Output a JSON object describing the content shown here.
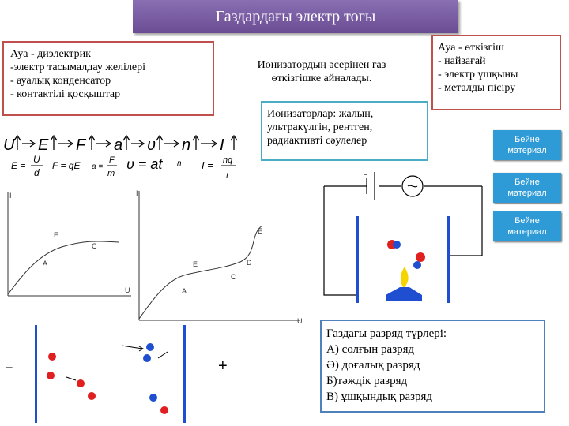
{
  "title": "Газдардағы электр тогы",
  "left_box": {
    "lines": [
      "Ауа - диэлектрик",
      "-электр тасымалдау желілері",
      "- ауалық конденсатор",
      "- контактілі қосқыштар"
    ]
  },
  "center_box": {
    "lines": [
      "Ионизатордың әсерінен газ",
      "өткізгішке айналады."
    ]
  },
  "right_box": {
    "lines": [
      "Ауа - өткізгіш",
      "-  найзағай",
      "- электр ұшқыны",
      "- металды пісіру"
    ]
  },
  "ionizers_box": {
    "lines": [
      "Ионизаторлар:  жалын,",
      "ультракүлгін, рентген,",
      "радиактивті сәулелер"
    ]
  },
  "video_buttons": [
    {
      "line1": "Бейне",
      "line2": "материал"
    },
    {
      "line1": "Бейне",
      "line2": "материал"
    },
    {
      "line1": "Бейне",
      "line2": "материал"
    }
  ],
  "formula_chain": {
    "symbols": [
      "U",
      "E",
      "F",
      "a",
      "υ",
      "n",
      "I"
    ]
  },
  "formulas": {
    "e_lhs": "E =",
    "e_num": "U",
    "e_den": "d",
    "f": "F = qE",
    "a_lhs": "a =",
    "a_num": "F",
    "a_den": "m",
    "v": "υ = at",
    "n": "n",
    "i_lhs": "I =",
    "i_num": "nq",
    "i_den": "t"
  },
  "graph1": {
    "y_label": "I",
    "x_label": "U",
    "label_a": "A",
    "label_e": "E",
    "label_c": "C"
  },
  "graph2": {
    "y_label": "I",
    "x_label": "U",
    "label_a": "A",
    "label_e_low": "E",
    "label_c": "C",
    "label_d": "D",
    "label_e_high": "E"
  },
  "discharge_box": {
    "lines": [
      "Газдағы разряд түрлері:",
      "А) солғын разряд",
      "Ә) доғалық разряд",
      "Б)тәждік разряд",
      "В) ұшқындық разряд"
    ]
  },
  "plate_signs": {
    "minus": "−",
    "plus": "+"
  },
  "colors": {
    "title_bg": "#7a5ea8",
    "red_border": "#c0504d",
    "blue_border": "#4f81bd",
    "video_bg": "#2e9bd6",
    "ion_red": "#e02020",
    "ion_blue": "#1f4fd0",
    "flame": "#f5d400",
    "burner": "#1f4fd0"
  }
}
